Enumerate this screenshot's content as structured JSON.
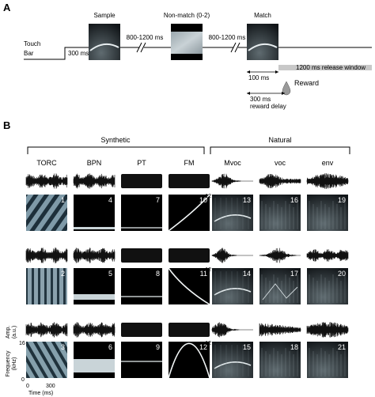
{
  "panel_a": {
    "label": "A",
    "touch_bar": [
      "Touch",
      "Bar"
    ],
    "delay_1": "300 ms",
    "sample": "Sample",
    "gap_1": "800-1200 ms",
    "nonmatch": "Non-match (0-2)",
    "gap_2": "800-1200 ms",
    "match": "Match",
    "release_window": "1200 ms release window",
    "delay_2": "100 ms",
    "reward": "Reward",
    "reward_delay": [
      "300 ms",
      "reward delay"
    ]
  },
  "panel_b": {
    "label": "B",
    "group_synthetic": "Synthetic",
    "group_natural": "Natural",
    "columns": [
      "TORC",
      "BPN",
      "PT",
      "FM",
      "Mvoc",
      "voc",
      "env"
    ],
    "rows": [
      [
        "1",
        "4",
        "7",
        "10",
        "13",
        "16",
        "19"
      ],
      [
        "2",
        "5",
        "8",
        "11",
        "14",
        "17",
        "20"
      ],
      [
        "3",
        "6",
        "9",
        "12",
        "15",
        "18",
        "21"
      ]
    ],
    "freq_mark": "12",
    "y_amp": [
      "Amp.",
      "(a.u.)"
    ],
    "y_freq": [
      "Frequency",
      "(kHz)"
    ],
    "y_ticks": [
      "16",
      "0"
    ],
    "x_ticks": [
      "0",
      "300"
    ],
    "x_label": "Time (ms)"
  }
}
